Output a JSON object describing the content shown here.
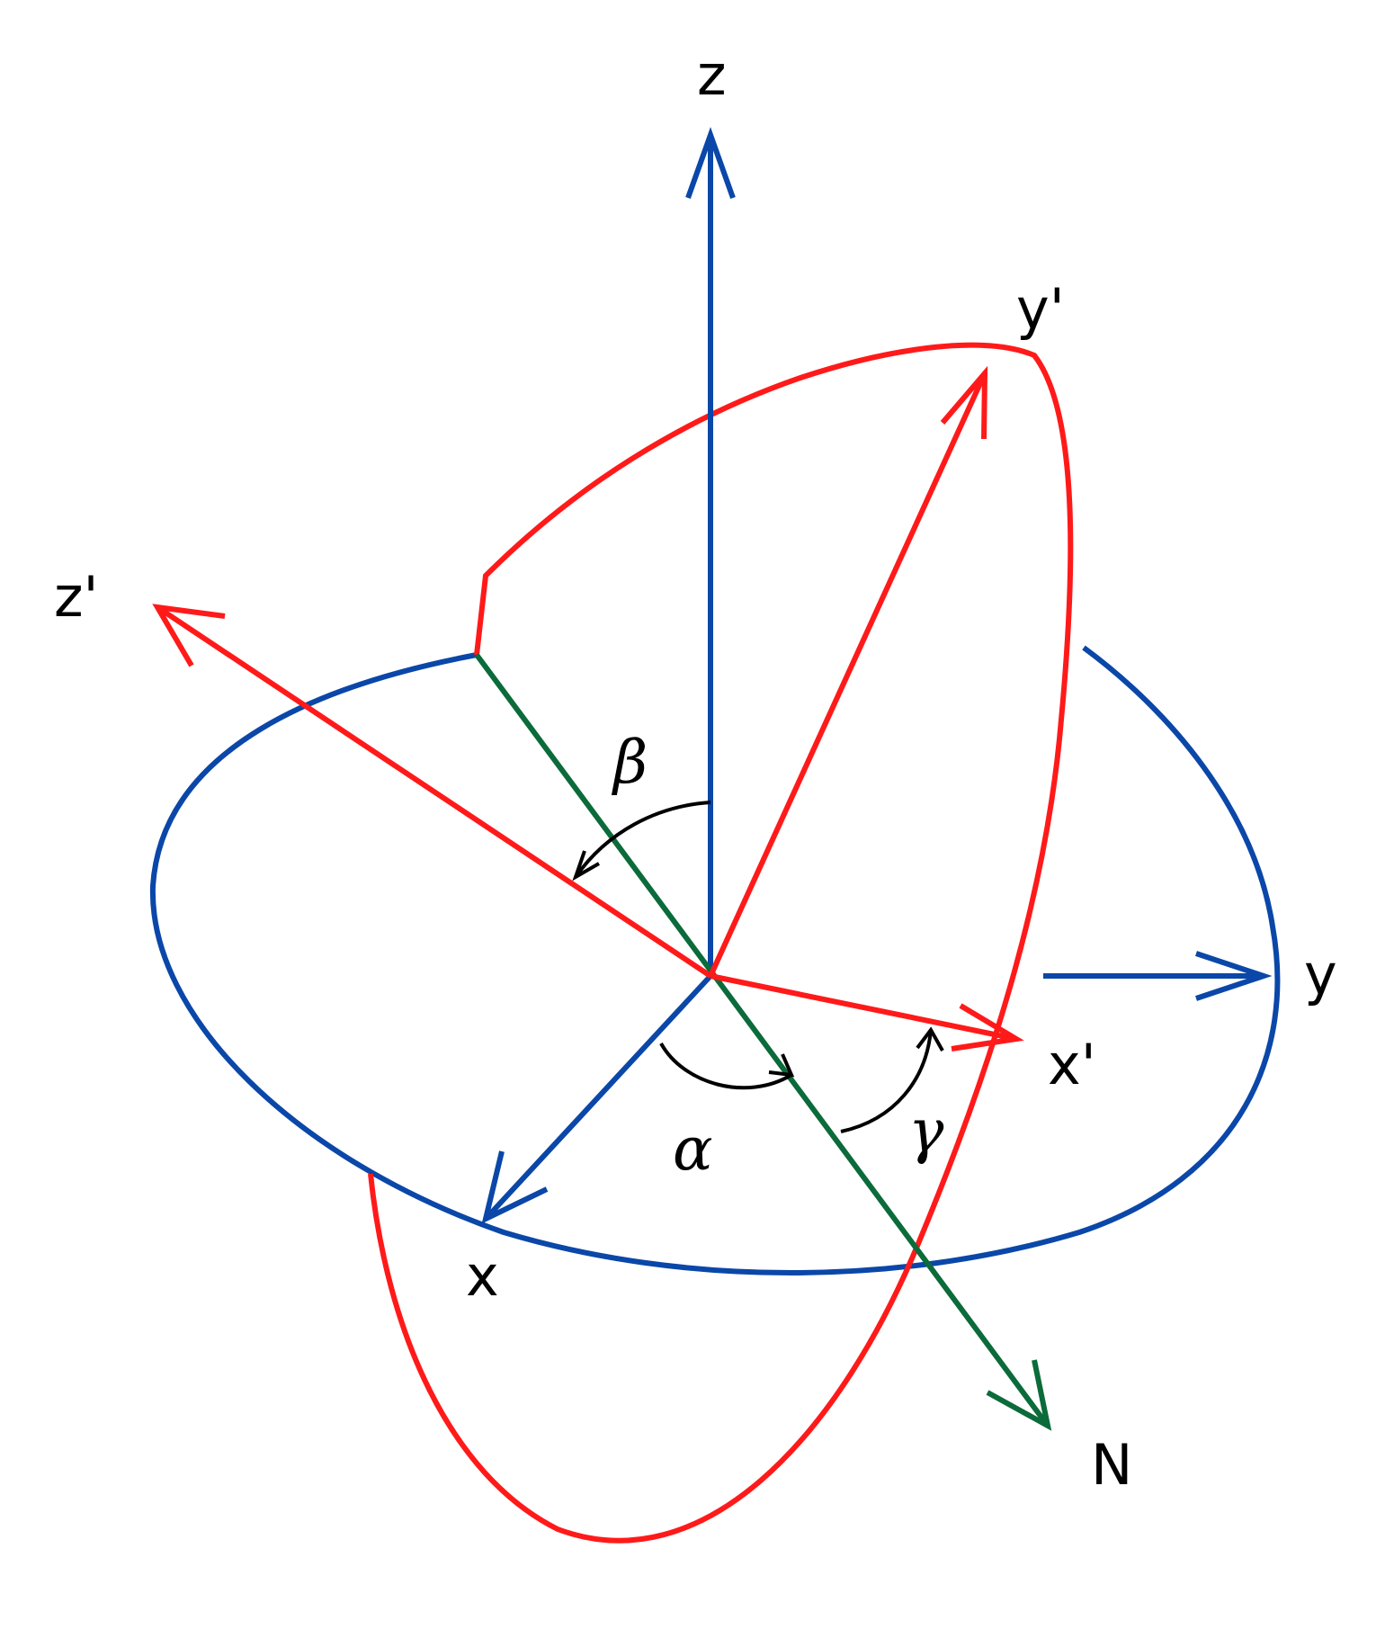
{
  "colors": {
    "fixed_frame": "#0a47a8",
    "rotated_frame": "#ff1a1a",
    "line_of_nodes": "#0b6b3a",
    "angle_arc": "#000000"
  },
  "labels": {
    "z": "z",
    "y": "y",
    "x": "x",
    "z_prime": "z'",
    "y_prime": "y'",
    "x_prime": "x'",
    "N": "N",
    "alpha": "α",
    "beta": "β",
    "gamma": "γ"
  }
}
